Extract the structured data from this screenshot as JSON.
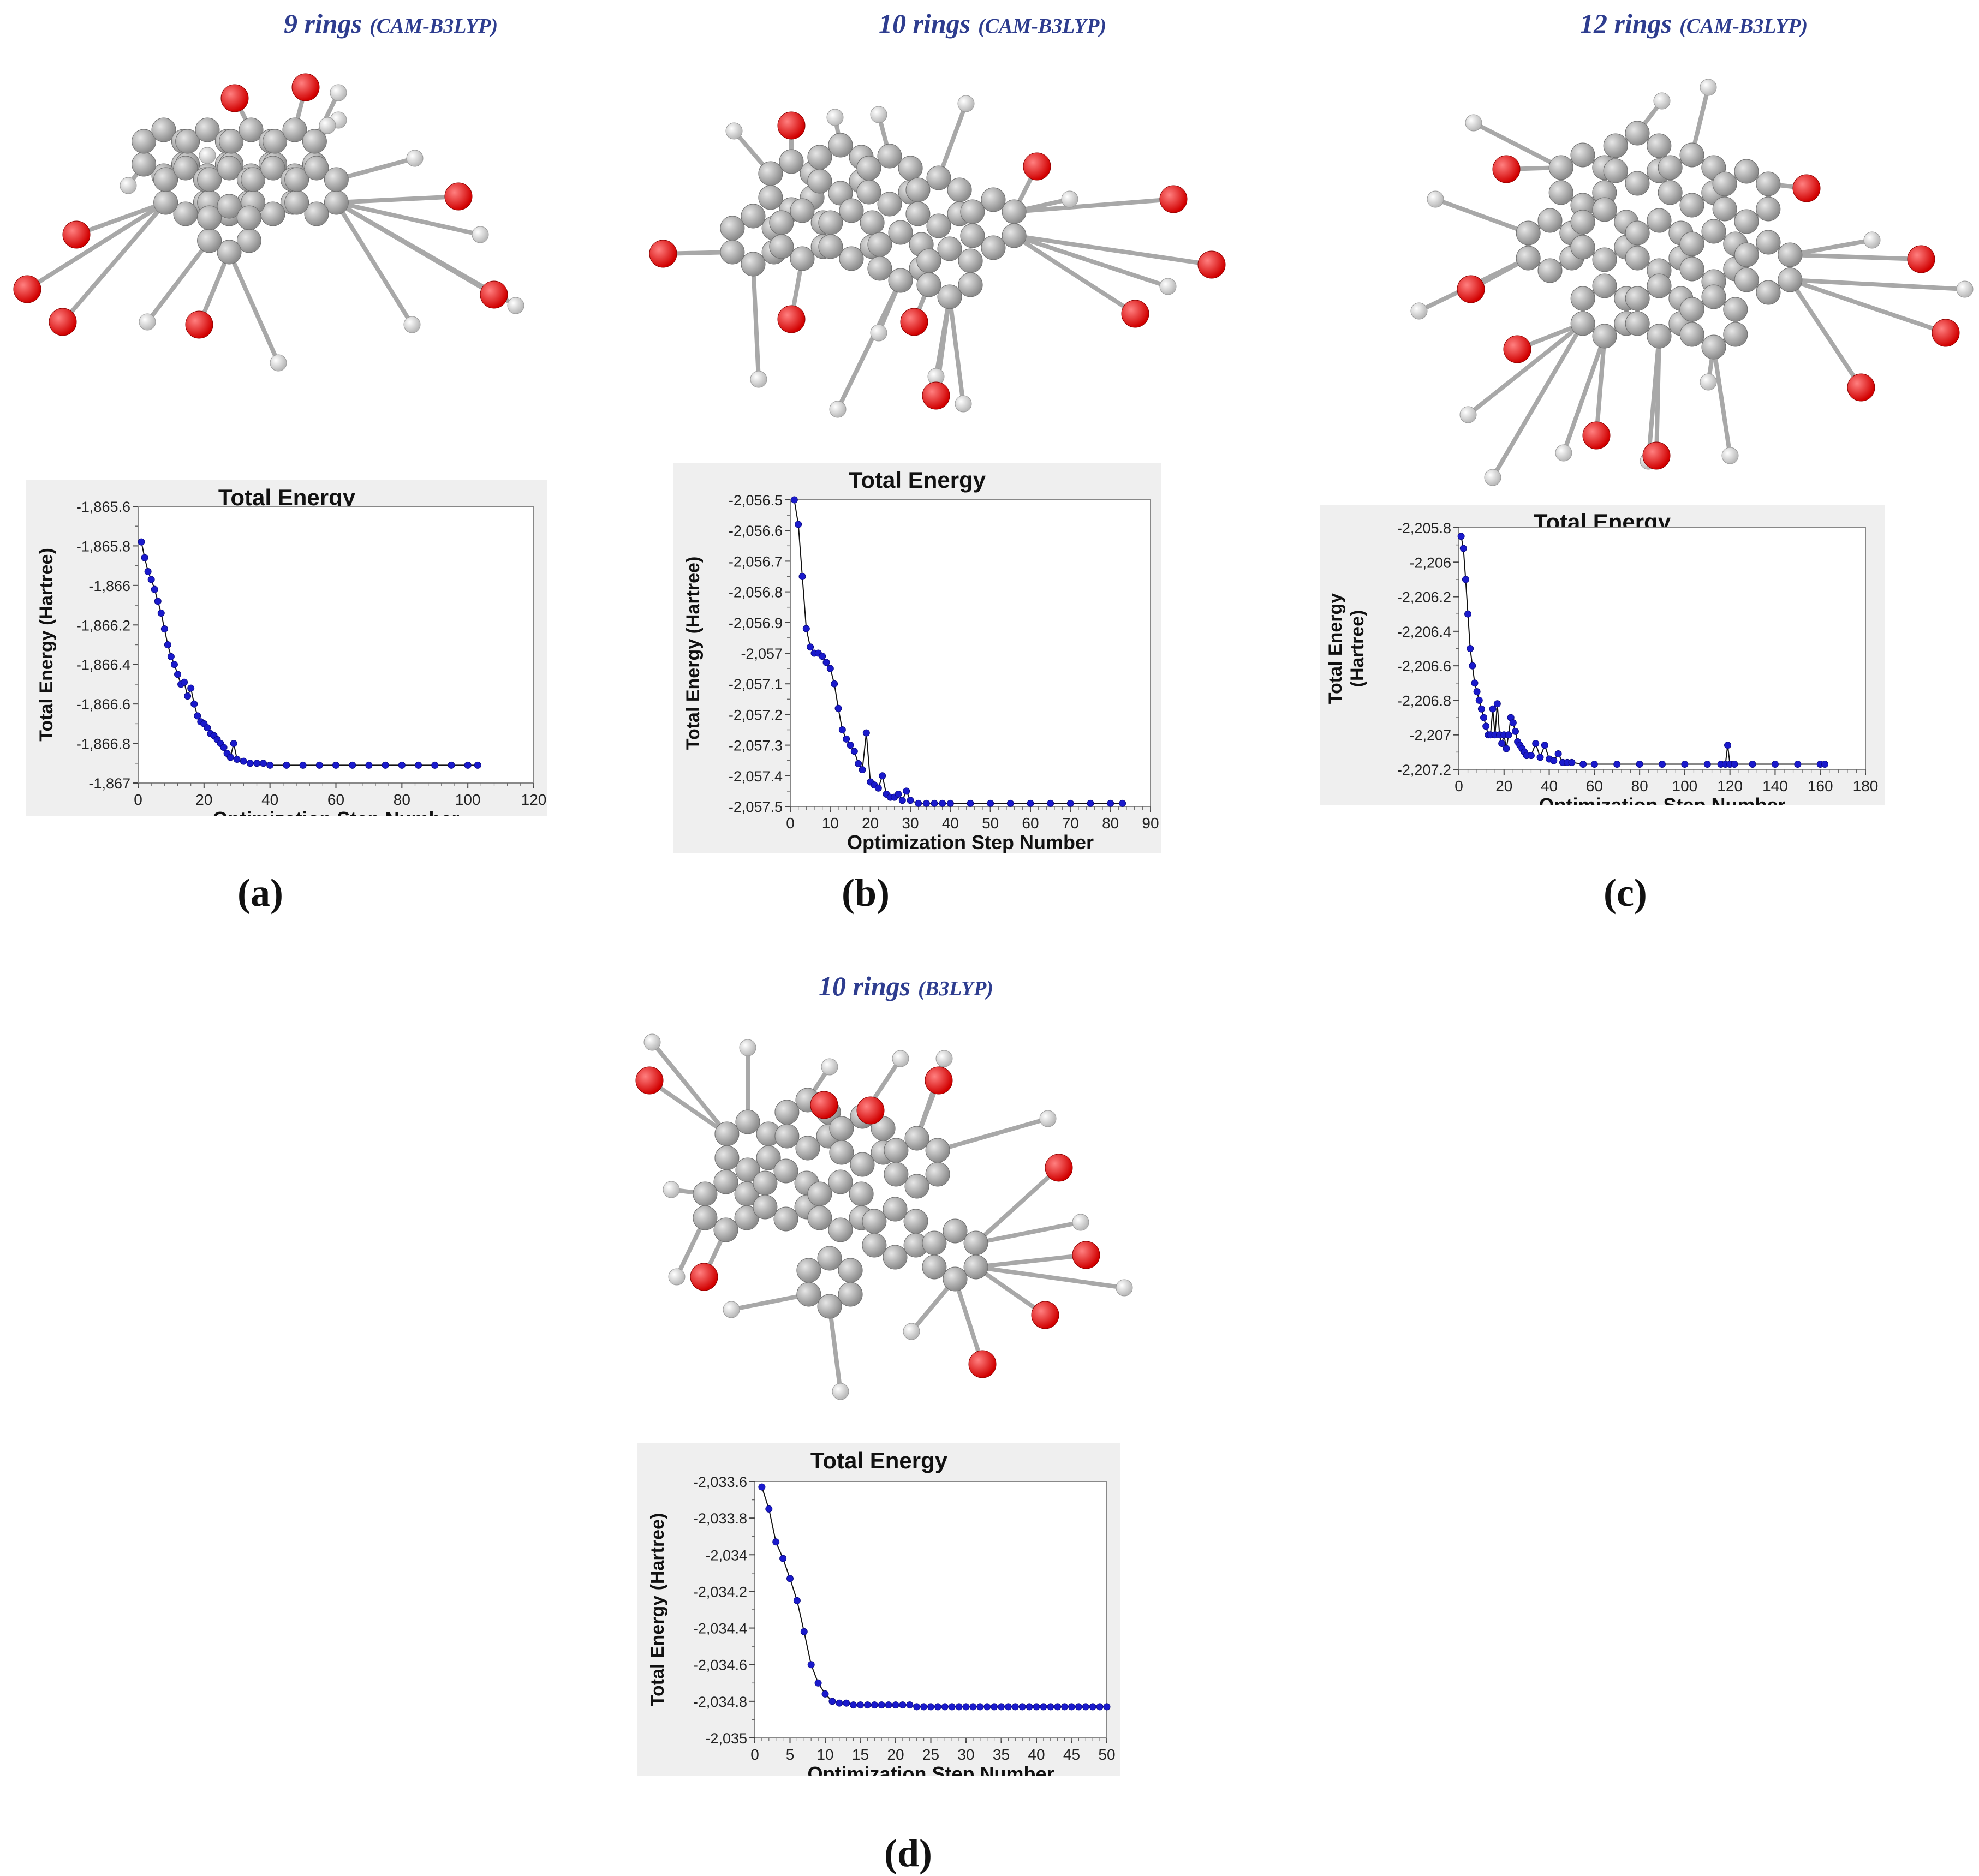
{
  "colors": {
    "title": "#2e3d8f",
    "series": "#1a1acc",
    "carbon": "#8c8c8c",
    "oxygen": "#d10000",
    "hydrogen": "#f2f2f2"
  },
  "panels": [
    {
      "ring_label": "9 rings",
      "method": "(CAM-B3LYP)",
      "letter": "(a)",
      "chart_data": {
        "type": "line",
        "title": "Total Energy",
        "xlabel": "Optimization Step Number",
        "ylabel": "Total Energy (Hartree)",
        "xlim": [
          0,
          120
        ],
        "ylim": [
          -1867,
          -1865.6
        ],
        "xticks": [
          0,
          20,
          40,
          60,
          80,
          100,
          120
        ],
        "xtick_labels": [
          "0",
          "20",
          "40",
          "60",
          "80",
          "100",
          "120"
        ],
        "yticks": [
          -1865.6,
          -1865.8,
          -1866,
          -1866.2,
          -1866.4,
          -1866.6,
          -1866.8,
          -1867
        ],
        "ytick_labels": [
          "-1,865.6",
          "-1,865.8",
          "-1,866",
          "-1,866.2",
          "-1,866.4",
          "-1,866.6",
          "-1,866.8",
          "-1,867"
        ],
        "x": [
          1,
          2,
          3,
          4,
          5,
          6,
          7,
          8,
          9,
          10,
          11,
          12,
          13,
          14,
          15,
          16,
          17,
          18,
          19,
          20,
          21,
          22,
          23,
          24,
          25,
          26,
          27,
          28,
          29,
          30,
          32,
          34,
          36,
          38,
          40,
          45,
          50,
          55,
          60,
          65,
          70,
          75,
          80,
          85,
          90,
          95,
          100,
          103
        ],
        "y": [
          -1865.78,
          -1865.86,
          -1865.93,
          -1865.97,
          -1866.02,
          -1866.08,
          -1866.14,
          -1866.22,
          -1866.3,
          -1866.36,
          -1866.4,
          -1866.45,
          -1866.5,
          -1866.49,
          -1866.56,
          -1866.52,
          -1866.6,
          -1866.66,
          -1866.69,
          -1866.7,
          -1866.72,
          -1866.75,
          -1866.76,
          -1866.78,
          -1866.8,
          -1866.82,
          -1866.85,
          -1866.87,
          -1866.8,
          -1866.88,
          -1866.89,
          -1866.9,
          -1866.9,
          -1866.9,
          -1866.91,
          -1866.91,
          -1866.91,
          -1866.91,
          -1866.91,
          -1866.91,
          -1866.91,
          -1866.91,
          -1866.91,
          -1866.91,
          -1866.91,
          -1866.91,
          -1866.91,
          -1866.91
        ]
      }
    },
    {
      "ring_label": "10 rings",
      "method": "(CAM-B3LYP)",
      "letter": "(b)",
      "chart_data": {
        "type": "line",
        "title": "Total Energy",
        "xlabel": "Optimization Step Number",
        "ylabel": "Total Energy (Hartree)",
        "xlim": [
          0,
          90
        ],
        "ylim": [
          -2057.5,
          -2056.5
        ],
        "xticks": [
          0,
          10,
          20,
          30,
          40,
          50,
          60,
          70,
          80,
          90
        ],
        "xtick_labels": [
          "0",
          "10",
          "20",
          "30",
          "40",
          "50",
          "60",
          "70",
          "80",
          "90"
        ],
        "yticks": [
          -2056.5,
          -2056.6,
          -2056.7,
          -2056.8,
          -2056.9,
          -2057,
          -2057.1,
          -2057.2,
          -2057.3,
          -2057.4,
          -2057.5
        ],
        "ytick_labels": [
          "-2,056.5",
          "-2,056.6",
          "-2,056.7",
          "-2,056.8",
          "-2,056.9",
          "-2,057",
          "-2,057.1",
          "-2,057.2",
          "-2,057.3",
          "-2,057.4",
          "-2,057.5"
        ],
        "x": [
          1,
          2,
          3,
          4,
          5,
          6,
          7,
          8,
          9,
          10,
          11,
          12,
          13,
          14,
          15,
          16,
          17,
          18,
          19,
          20,
          21,
          22,
          23,
          24,
          25,
          26,
          27,
          28,
          29,
          30,
          32,
          34,
          36,
          38,
          40,
          45,
          50,
          55,
          60,
          65,
          70,
          75,
          80,
          83
        ],
        "y": [
          -2056.5,
          -2056.58,
          -2056.75,
          -2056.92,
          -2056.98,
          -2057,
          -2057,
          -2057.01,
          -2057.03,
          -2057.05,
          -2057.1,
          -2057.18,
          -2057.25,
          -2057.28,
          -2057.3,
          -2057.32,
          -2057.36,
          -2057.38,
          -2057.26,
          -2057.42,
          -2057.43,
          -2057.44,
          -2057.4,
          -2057.46,
          -2057.47,
          -2057.47,
          -2057.46,
          -2057.48,
          -2057.45,
          -2057.48,
          -2057.49,
          -2057.49,
          -2057.49,
          -2057.49,
          -2057.49,
          -2057.49,
          -2057.49,
          -2057.49,
          -2057.49,
          -2057.49,
          -2057.49,
          -2057.49,
          -2057.49,
          -2057.49
        ]
      }
    },
    {
      "ring_label": "12 rings",
      "method": "(CAM-B3LYP)",
      "letter": "(c)",
      "chart_data": {
        "type": "line",
        "title": "Total Energy",
        "xlabel": "Optimization Step Number",
        "ylabel_lines": [
          "Total Energy",
          "(Hartree)"
        ],
        "xlim": [
          0,
          180
        ],
        "ylim": [
          -2207.2,
          -2205.8
        ],
        "xticks": [
          0,
          20,
          40,
          60,
          80,
          100,
          120,
          140,
          160,
          180
        ],
        "xtick_labels": [
          "0",
          "20",
          "40",
          "60",
          "80",
          "100",
          "120",
          "140",
          "160",
          "180"
        ],
        "yticks": [
          -2205.8,
          -2206,
          -2206.2,
          -2206.4,
          -2206.6,
          -2206.8,
          -2207,
          -2207.2
        ],
        "ytick_labels": [
          "-2,205.8",
          "-2,206",
          "-2,206.2",
          "-2,206.4",
          "-2,206.6",
          "-2,206.8",
          "-2,207",
          "-2,207.2"
        ],
        "x": [
          1,
          2,
          3,
          4,
          5,
          6,
          7,
          8,
          9,
          10,
          11,
          12,
          13,
          14,
          15,
          16,
          17,
          18,
          19,
          20,
          21,
          22,
          23,
          24,
          25,
          26,
          27,
          28,
          29,
          30,
          32,
          34,
          36,
          38,
          40,
          42,
          44,
          46,
          48,
          50,
          55,
          60,
          70,
          80,
          90,
          100,
          110,
          116,
          118,
          119,
          120,
          122,
          130,
          140,
          150,
          160,
          162
        ],
        "y": [
          -2205.85,
          -2205.92,
          -2206.1,
          -2206.3,
          -2206.5,
          -2206.6,
          -2206.7,
          -2206.75,
          -2206.8,
          -2206.85,
          -2206.9,
          -2206.95,
          -2207,
          -2207.0,
          -2206.85,
          -2207.0,
          -2206.82,
          -2207.0,
          -2207.05,
          -2207.0,
          -2207.08,
          -2207.0,
          -2206.9,
          -2206.93,
          -2206.98,
          -2207.04,
          -2207.06,
          -2207.08,
          -2207.1,
          -2207.12,
          -2207.12,
          -2207.05,
          -2207.13,
          -2207.06,
          -2207.14,
          -2207.15,
          -2207.11,
          -2207.16,
          -2207.16,
          -2207.16,
          -2207.17,
          -2207.17,
          -2207.17,
          -2207.17,
          -2207.17,
          -2207.17,
          -2207.17,
          -2207.17,
          -2207.17,
          -2207.06,
          -2207.17,
          -2207.17,
          -2207.17,
          -2207.17,
          -2207.17,
          -2207.17,
          -2207.17
        ]
      }
    },
    {
      "ring_label": "10 rings",
      "method": "(B3LYP)",
      "letter": "(d)",
      "chart_data": {
        "type": "line",
        "title": "Total Energy",
        "xlabel": "Optimization Step Number",
        "ylabel": "Total Energy (Hartree)",
        "xlim": [
          0,
          50
        ],
        "ylim": [
          -2035,
          -2033.6
        ],
        "xticks": [
          0,
          5,
          10,
          15,
          20,
          25,
          30,
          35,
          40,
          45,
          50
        ],
        "xtick_labels": [
          "0",
          "5",
          "10",
          "15",
          "20",
          "25",
          "30",
          "35",
          "40",
          "45",
          "50"
        ],
        "yticks": [
          -2033.6,
          -2033.8,
          -2034,
          -2034.2,
          -2034.4,
          -2034.6,
          -2034.8,
          -2035
        ],
        "ytick_labels": [
          "-2,033.6",
          "-2,033.8",
          "-2,034",
          "-2,034.2",
          "-2,034.4",
          "-2,034.6",
          "-2,034.8",
          "-2,035"
        ],
        "x": [
          1,
          2,
          3,
          4,
          5,
          6,
          7,
          8,
          9,
          10,
          11,
          12,
          13,
          14,
          15,
          16,
          17,
          18,
          19,
          20,
          21,
          22,
          23,
          24,
          25,
          26,
          27,
          28,
          29,
          30,
          31,
          32,
          33,
          34,
          35,
          36,
          37,
          38,
          39,
          40,
          41,
          42,
          43,
          44,
          45,
          46,
          47,
          48,
          49,
          50
        ],
        "y": [
          -2033.63,
          -2033.75,
          -2033.93,
          -2034.02,
          -2034.13,
          -2034.25,
          -2034.42,
          -2034.6,
          -2034.7,
          -2034.76,
          -2034.8,
          -2034.81,
          -2034.81,
          -2034.82,
          -2034.82,
          -2034.82,
          -2034.82,
          -2034.82,
          -2034.82,
          -2034.82,
          -2034.82,
          -2034.82,
          -2034.83,
          -2034.83,
          -2034.83,
          -2034.83,
          -2034.83,
          -2034.83,
          -2034.83,
          -2034.83,
          -2034.83,
          -2034.83,
          -2034.83,
          -2034.83,
          -2034.83,
          -2034.83,
          -2034.83,
          -2034.83,
          -2034.83,
          -2034.83,
          -2034.83,
          -2034.83,
          -2034.83,
          -2034.83,
          -2034.83,
          -2034.83,
          -2034.83,
          -2034.83,
          -2034.83,
          -2034.83
        ]
      }
    }
  ]
}
